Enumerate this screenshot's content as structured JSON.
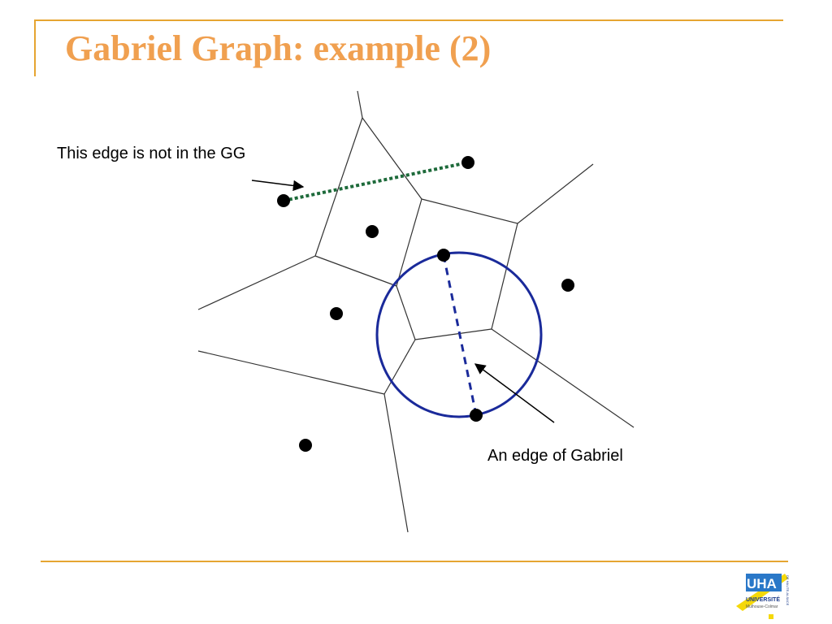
{
  "slide": {
    "title": "Gabriel Graph: example (2)"
  },
  "annotations": {
    "not_in_gg": "This edge is not in the GG",
    "gabriel_edge": "An edge of Gabriel"
  },
  "logo": {
    "main": "UHA",
    "sub": "UNIVERSITÉ",
    "side": "DE HAUTE-ALSACE",
    "city": "Mulhouse-Colmar"
  },
  "colors": {
    "accent": "#e6a531",
    "title": "#f0a050",
    "circle": "#1a2a9a",
    "gabriel_edge": "#1a2a9a",
    "non_gg_edge": "#1d6a3a",
    "points": "#000000",
    "voronoi": "#333333"
  }
}
